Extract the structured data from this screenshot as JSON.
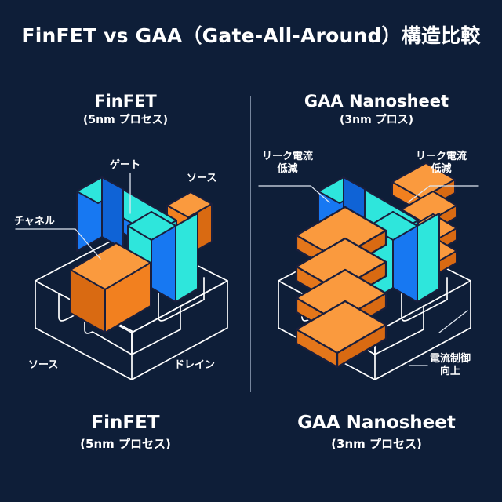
{
  "page": {
    "title": "FinFET vs GAA（Gate-All-Around）構造比較",
    "background_color": "#0e1e38"
  },
  "colors": {
    "background": "#0e1e38",
    "text": "#ffffff",
    "divider": "#9aa9bf",
    "wireframe": "#ffffff",
    "gate_cyan": "#2ee6dc",
    "gate_blue": "#1778f2",
    "gate_blue_dark": "#0f63d6",
    "channel_orange": "#f2801f",
    "channel_orange_dark": "#d96a12",
    "outline_dark": "#1a1f3d",
    "leader_line": "#dfe6f0"
  },
  "columns": {
    "left": {
      "header": {
        "name": "FinFET",
        "process": "(5nm プロセス)"
      },
      "footer": {
        "name": "FinFET",
        "process": "(5nm プロセス)"
      },
      "annotations": {
        "gate": "ゲート",
        "source_top": "ソース",
        "channel": "チャネル",
        "source_bottom": "ソース",
        "drain": "ドレイン"
      }
    },
    "right": {
      "header": {
        "name": "GAA Nanosheet",
        "process": "(3nm プロス)"
      },
      "footer": {
        "name": "GAA Nanosheet",
        "process": "(3nm プロセス)"
      },
      "annotations": {
        "leak_left_line1": "リーク電流",
        "leak_left_line2": "低減",
        "leak_right_line1": "リーク電流",
        "leak_right_line2": "低減",
        "control_line1": "電流制御",
        "control_line2": "向上"
      },
      "nanosheet_count": 4
    }
  }
}
